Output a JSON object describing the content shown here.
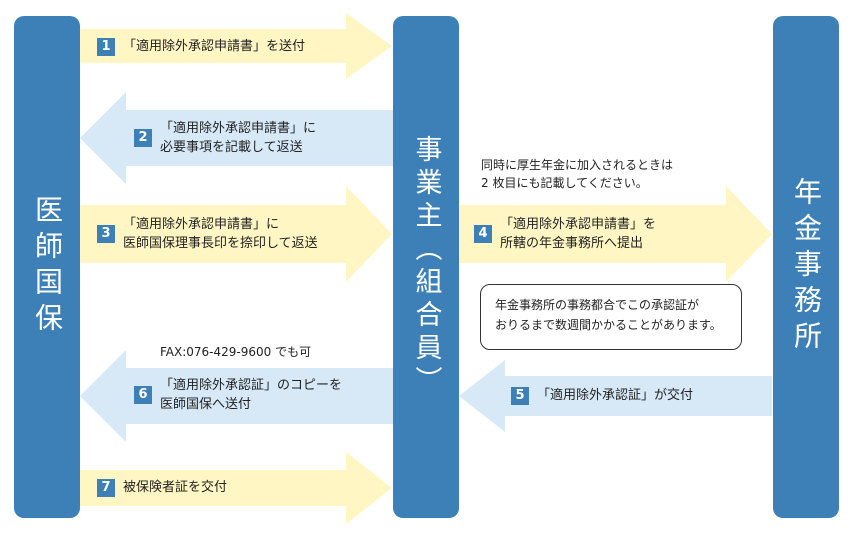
{
  "columns": {
    "left": "医師国保",
    "middle": "事業主（組合員）",
    "right": "年金事務所"
  },
  "steps": [
    {
      "num": "1",
      "lines": [
        "「適用除外承認申請書」を送付"
      ]
    },
    {
      "num": "2",
      "lines": [
        "「適用除外承認申請書」に",
        "必要事項を記載して返送"
      ]
    },
    {
      "num": "3",
      "lines": [
        "「適用除外承認申請書」に",
        "医師国保理事長印を捺印して返送"
      ]
    },
    {
      "num": "4",
      "lines": [
        "「適用除外承認申請書」を",
        "所轄の年金事務所へ提出"
      ]
    },
    {
      "num": "5",
      "lines": [
        "「適用除外承認証」が交付"
      ]
    },
    {
      "num": "6",
      "lines": [
        "「適用除外承認証」のコピーを",
        "医師国保へ送付"
      ]
    },
    {
      "num": "7",
      "lines": [
        "被保険者証を交付"
      ]
    }
  ],
  "notes": {
    "kosei_line1": "同時に厚生年金に加入されるときは",
    "kosei_line2": "2 枚目にも記載してください。",
    "fax": "FAX:076-429-9600 でも可",
    "box_line1": "年金事務所の事務都合でこの承認証が",
    "box_line2": "おりるまで数週間かかることがあります。"
  },
  "colors": {
    "column": "#3d80b8",
    "arrow_right": "#fff6c4",
    "arrow_left": "#d7e9f7",
    "number_badge": "#3d80b8"
  }
}
